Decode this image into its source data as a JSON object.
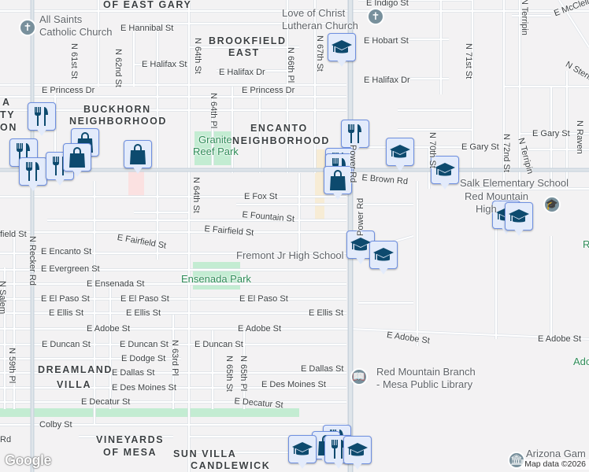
{
  "map": {
    "neighborhoods": [
      "OF EAST GARY",
      "BROOKFIELD",
      "EAST",
      "BUCKHORN",
      "NEIGHBORHOOD",
      "ENCANTO",
      "NEIGHBORHOOD",
      "DREAMLAND",
      "VILLA",
      "VINEYARDS",
      "OF MESA",
      "SUN VILLA",
      "CANDLEWICK",
      "A",
      "TY",
      "ON"
    ],
    "streets": [
      "E Hannibal St",
      "N 61st St",
      "N 62nd St",
      "N 64th St",
      "N 66th Pl",
      "N 67th St",
      "E Indigo St",
      "N 71st St",
      "E Hobart St",
      "E Halifax St",
      "E Halifax Dr",
      "E Halifax Dr",
      "E Princess Dr",
      "E Princess Dr",
      "E Gary St",
      "E Gary St",
      "N 70th St",
      "N 72nd St",
      "N Terripin",
      "N Raven",
      "N Terripin",
      "E McClellan",
      "N Sterling",
      "E Brown Rd",
      "Power Rd",
      "E Fox St",
      "E Fountain St",
      "E Fairfield St",
      "E Fairfield St",
      "field St",
      "E Encanto St",
      "E Evergreen St",
      "E Ensenada St",
      "E El Paso St",
      "E El Paso St",
      "E El Paso St",
      "E Ellis St",
      "E Ellis St",
      "E Ellis St",
      "E Adobe St",
      "E Adobe St",
      "E Adobe St",
      "E Adobe St",
      "E Duncan St",
      "E Duncan St",
      "E Duncan St",
      "E Dodge St",
      "E Dallas St",
      "E Dallas St",
      "E Des Moines St",
      "E Des Moines St",
      "E Decatur St",
      "E Decatur St",
      "N 63rd Pl",
      "N 65th St",
      "N 65th Pl",
      "N 59th Pl",
      "N Salem",
      "N Recker Rd",
      "Colby St",
      "Rd",
      "N 64th Pl",
      "N 64th St",
      "Power Rd"
    ],
    "places": [
      {
        "name": "All Saints",
        "name2": "Catholic Church",
        "icon": "church-icon"
      },
      {
        "name": "Love of Christ",
        "name2": "Lutheran Church",
        "icon": "church-icon"
      },
      {
        "name": "Salk Elementary School",
        "name2": "",
        "icon": ""
      },
      {
        "name": "Red Mountain",
        "name2": "High",
        "icon": "school-icon"
      },
      {
        "name": "Fremont Jr High School",
        "name2": "",
        "icon": ""
      },
      {
        "name": "Red Mountain Branch",
        "name2": "- Mesa Public Library",
        "icon": "library-icon"
      },
      {
        "name": "Arizona Gam",
        "name2": "",
        "icon": "museum-icon"
      }
    ],
    "parks": [
      "Granite",
      "Reef Park",
      "Ensenada Park",
      "Adob",
      "R"
    ],
    "markers": [
      "restaurant",
      "restaurant",
      "restaurant",
      "restaurant",
      "shopping",
      "shopping",
      "shopping",
      "restaurant",
      "restaurant",
      "restaurant",
      "shopping",
      "school",
      "school",
      "school",
      "school",
      "school",
      "school",
      "school",
      "restaurant",
      "shopping",
      "restaurant",
      "school",
      "school"
    ],
    "colors": {
      "background": "#f3f2f3",
      "road": "#ffffff",
      "road_edge": "#d5dbe2",
      "arterial": "#c9d3dc",
      "park": "#c3ecd2",
      "marker_fill": "#e3ebfb",
      "marker_icon": "#0d4a6e"
    },
    "google_logo": "Google",
    "attribution": "Map data ©2026"
  }
}
